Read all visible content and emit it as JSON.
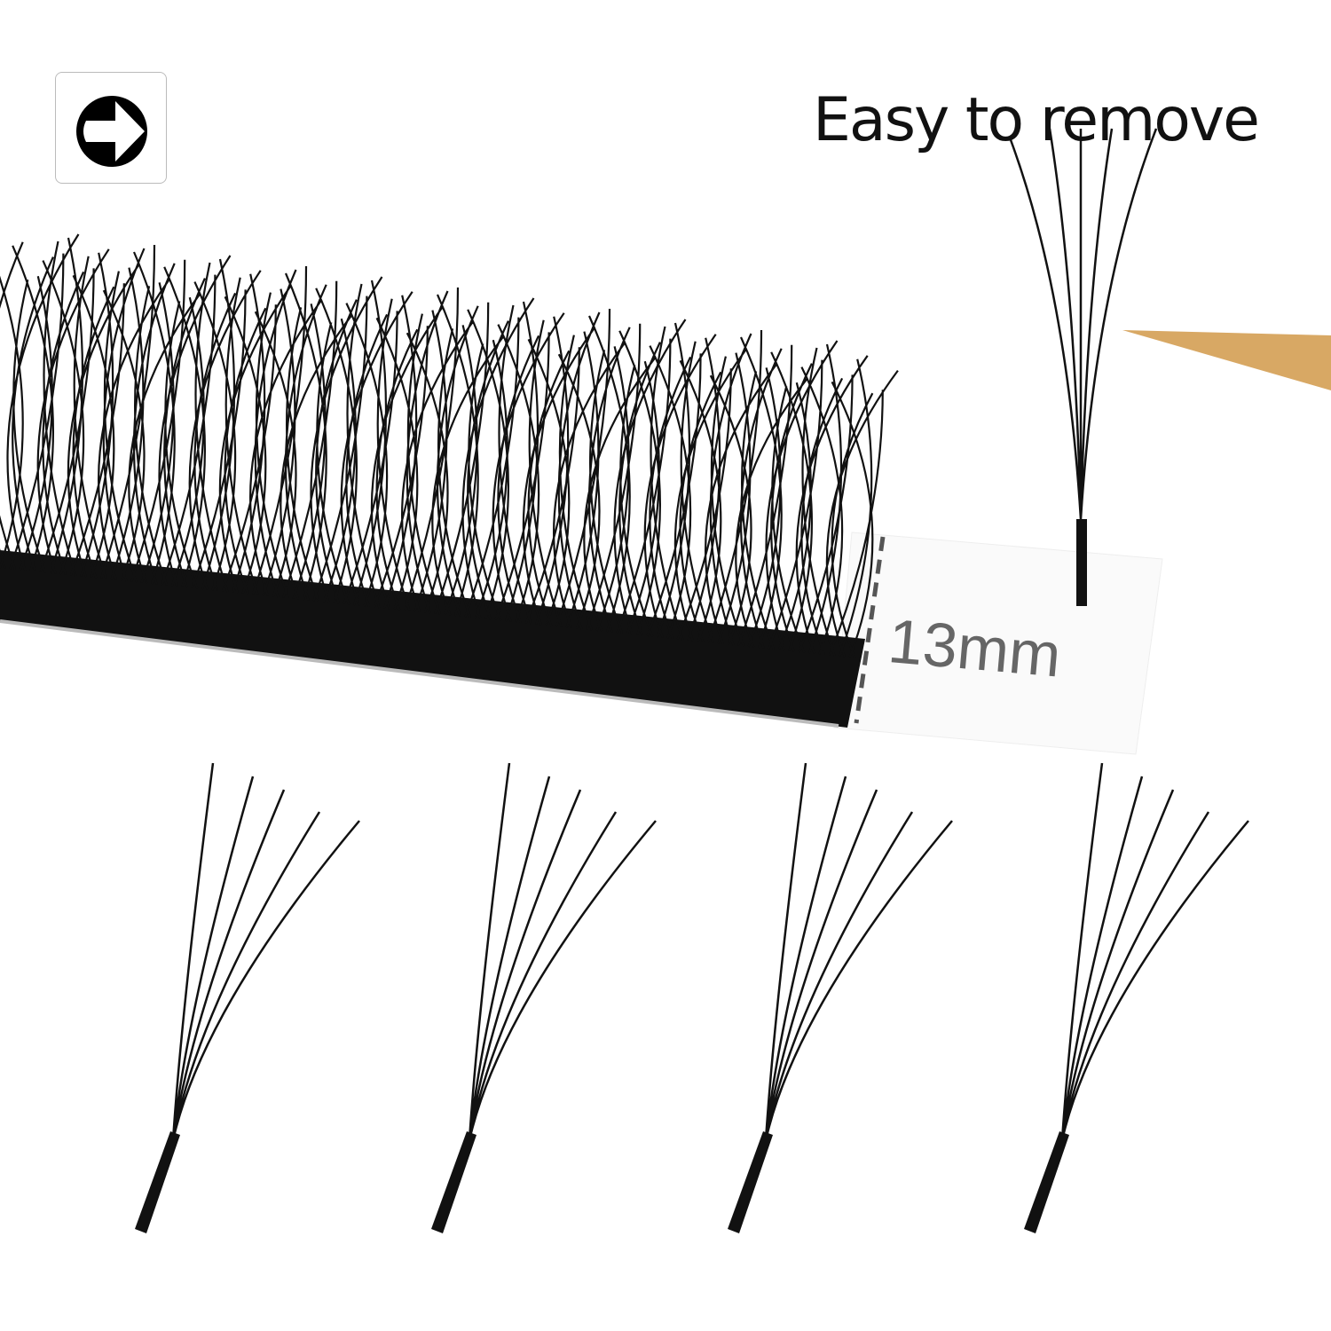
{
  "header": {
    "title": "Easy to remove",
    "icon": "arrow-right-circle-icon"
  },
  "product": {
    "length_label": "13mm",
    "fan_count": 4
  },
  "colors": {
    "lash": "#111111",
    "tweezer": "#d8a864",
    "label_text": "#666666"
  }
}
